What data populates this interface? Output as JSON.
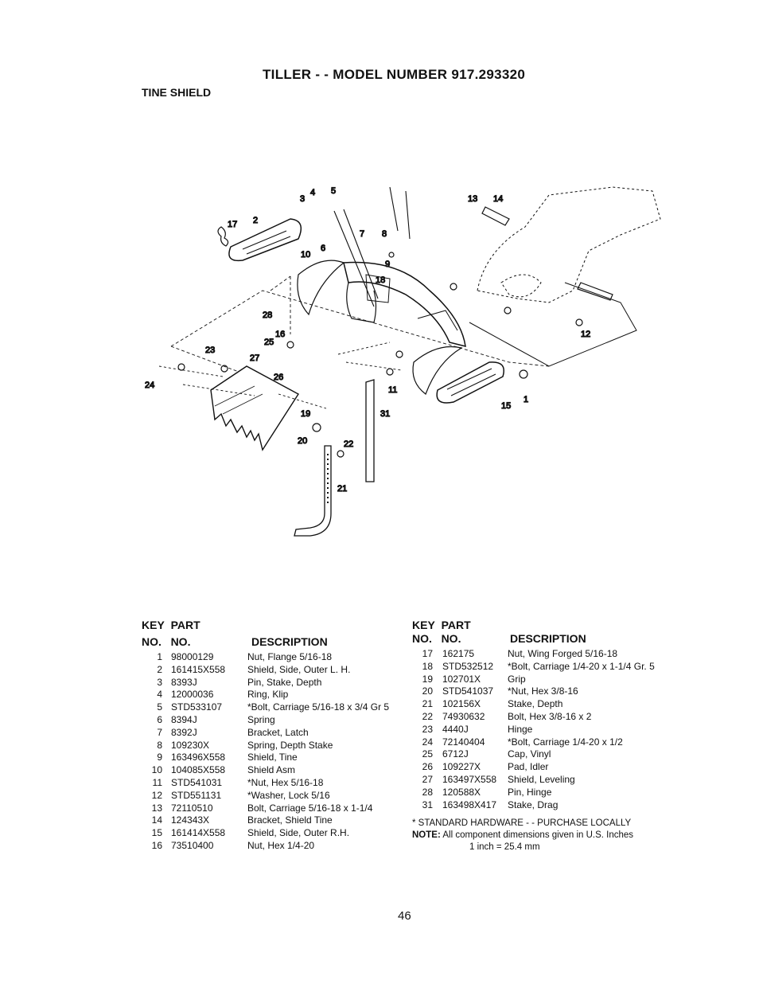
{
  "header": {
    "title": "TILLER - - MODEL NUMBER 917.293320",
    "section": "TINE SHIELD"
  },
  "diagram": {
    "callouts": [
      "1",
      "2",
      "3",
      "4",
      "5",
      "6",
      "7",
      "8",
      "9",
      "10",
      "11",
      "12",
      "13",
      "14",
      "15",
      "16",
      "17",
      "18",
      "19",
      "20",
      "21",
      "22",
      "23",
      "24",
      "25",
      "26",
      "27",
      "28",
      "31"
    ]
  },
  "table_headers": {
    "key": "KEY",
    "part": "PART",
    "no": "NO.",
    "no2": "NO.",
    "description": "DESCRIPTION"
  },
  "parts_left": [
    {
      "key": "1",
      "part": "98000129",
      "desc": "Nut, Flange 5/16-18"
    },
    {
      "key": "2",
      "part": "161415X558",
      "desc": "Shield, Side, Outer L. H."
    },
    {
      "key": "3",
      "part": "8393J",
      "desc": "Pin, Stake, Depth"
    },
    {
      "key": "4",
      "part": "12000036",
      "desc": "Ring, Klip"
    },
    {
      "key": "5",
      "part": "STD533107",
      "desc": "*Bolt, Carriage 5/16-18 x 3/4 Gr 5"
    },
    {
      "key": "6",
      "part": "8394J",
      "desc": "Spring"
    },
    {
      "key": "7",
      "part": "8392J",
      "desc": "Bracket, Latch"
    },
    {
      "key": "8",
      "part": "109230X",
      "desc": "Spring, Depth Stake"
    },
    {
      "key": "9",
      "part": "163496X558",
      "desc": "Shield, Tine"
    },
    {
      "key": "10",
      "part": "104085X558",
      "desc": "Shield Asm"
    },
    {
      "key": "11",
      "part": "STD541031",
      "desc": "*Nut, Hex 5/16-18"
    },
    {
      "key": "12",
      "part": "STD551131",
      "desc": "*Washer, Lock 5/16"
    },
    {
      "key": "13",
      "part": "72110510",
      "desc": "Bolt, Carriage 5/16-18 x 1-1/4"
    },
    {
      "key": "14",
      "part": "124343X",
      "desc": "Bracket, Shield Tine"
    },
    {
      "key": "15",
      "part": "161414X558",
      "desc": "Shield, Side, Outer R.H."
    },
    {
      "key": "16",
      "part": "73510400",
      "desc": "Nut, Hex 1/4-20"
    }
  ],
  "parts_right": [
    {
      "key": "17",
      "part": "162175",
      "desc": "Nut, Wing Forged 5/16-18"
    },
    {
      "key": "18",
      "part": "STD532512",
      "desc": "*Bolt, Carriage 1/4-20 x 1-1/4 Gr. 5"
    },
    {
      "key": "19",
      "part": "102701X",
      "desc": "Grip"
    },
    {
      "key": "20",
      "part": "STD541037",
      "desc": "*Nut, Hex 3/8-16"
    },
    {
      "key": "21",
      "part": "102156X",
      "desc": "Stake, Depth"
    },
    {
      "key": "22",
      "part": "74930632",
      "desc": "Bolt, Hex 3/8-16 x 2"
    },
    {
      "key": "23",
      "part": "4440J",
      "desc": "Hinge"
    },
    {
      "key": "24",
      "part": "72140404",
      "desc": "*Bolt, Carriage 1/4-20 x 1/2"
    },
    {
      "key": "25",
      "part": "6712J",
      "desc": "Cap, Vinyl"
    },
    {
      "key": "26",
      "part": "109227X",
      "desc": "Pad, Idler"
    },
    {
      "key": "27",
      "part": "163497X558",
      "desc": "Shield, Leveling"
    },
    {
      "key": "28",
      "part": "120588X",
      "desc": "Pin, Hinge"
    },
    {
      "key": "31",
      "part": "163498X417",
      "desc": "Stake, Drag"
    }
  ],
  "notes": {
    "standard": "* STANDARD HARDWARE - - PURCHASE LOCALLY",
    "note_label": "NOTE:",
    "note_text": "All component dimensions given in U.S. Inches",
    "conversion": "1 inch = 25.4 mm"
  },
  "page_number": "46"
}
